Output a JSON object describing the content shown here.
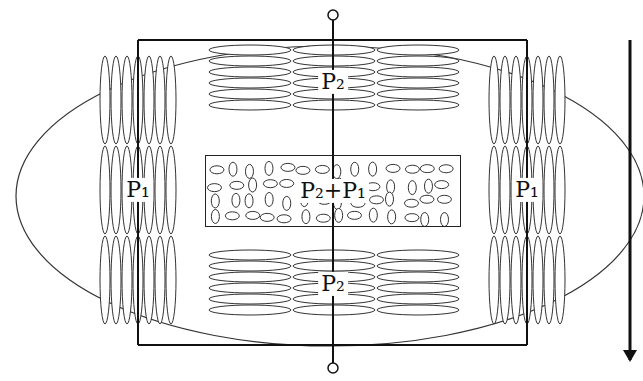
{
  "diagram": {
    "nodes": [
      {
        "text": [
          "P₂+P₁"
        ]
      }
    ],
    "labels": [
      "P₂",
      "P₁",
      "P₁",
      "P₂"
    ]
  }
}
